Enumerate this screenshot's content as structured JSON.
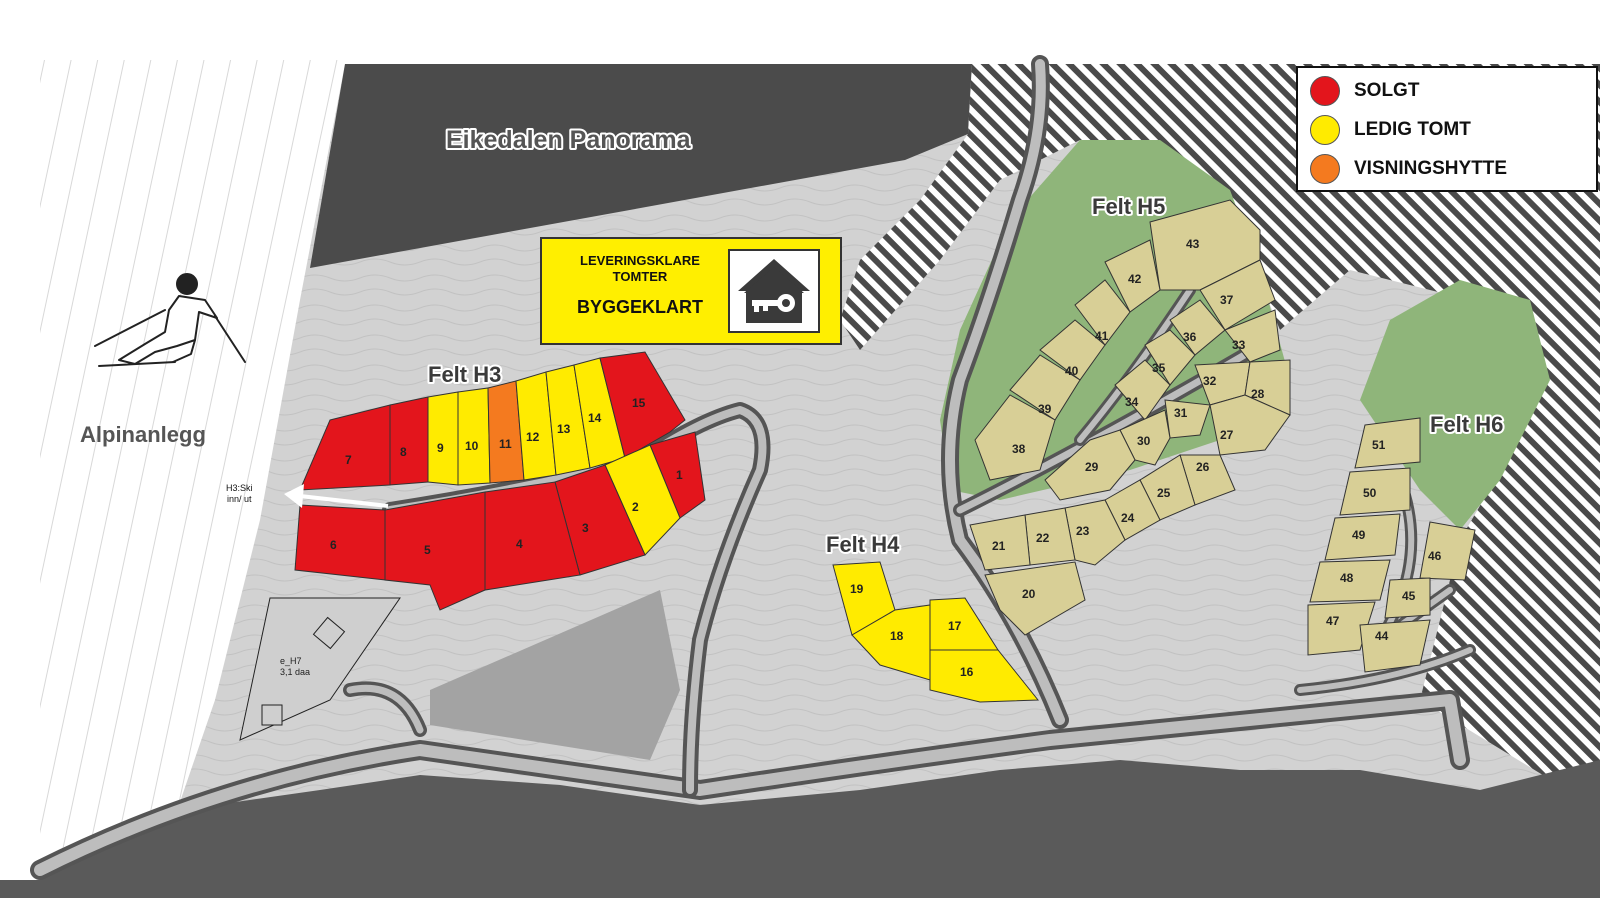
{
  "map": {
    "title": "Eikedalen Panorama",
    "alpine_label": "Alpinanlegg",
    "ski_note_line1": "H3:Ski",
    "ski_note_line2": "inn/ ut",
    "small_area_label1": "e_H7",
    "small_area_label2": "3,1 daa",
    "fields": [
      {
        "id": "H3",
        "label": "Felt H3"
      },
      {
        "id": "H4",
        "label": "Felt H4"
      },
      {
        "id": "H5",
        "label": "Felt H5"
      },
      {
        "id": "H6",
        "label": "Felt H6"
      }
    ],
    "status_colors": {
      "solgt": "#e3151c",
      "ledig": "#ffeb00",
      "visning": "#f47a1f",
      "planned": "#d8cf96"
    },
    "plots": [
      {
        "num": "1",
        "status": "solgt"
      },
      {
        "num": "2",
        "status": "ledig"
      },
      {
        "num": "3",
        "status": "solgt"
      },
      {
        "num": "4",
        "status": "solgt"
      },
      {
        "num": "5",
        "status": "solgt"
      },
      {
        "num": "6",
        "status": "solgt"
      },
      {
        "num": "7",
        "status": "solgt"
      },
      {
        "num": "8",
        "status": "solgt"
      },
      {
        "num": "9",
        "status": "ledig"
      },
      {
        "num": "10",
        "status": "ledig"
      },
      {
        "num": "11",
        "status": "visning"
      },
      {
        "num": "12",
        "status": "ledig"
      },
      {
        "num": "13",
        "status": "ledig"
      },
      {
        "num": "14",
        "status": "ledig"
      },
      {
        "num": "15",
        "status": "solgt"
      },
      {
        "num": "16",
        "status": "ledig"
      },
      {
        "num": "17",
        "status": "ledig"
      },
      {
        "num": "18",
        "status": "ledig"
      },
      {
        "num": "19",
        "status": "ledig"
      },
      {
        "num": "20",
        "status": "planned"
      },
      {
        "num": "21",
        "status": "planned"
      },
      {
        "num": "22",
        "status": "planned"
      },
      {
        "num": "23",
        "status": "planned"
      },
      {
        "num": "24",
        "status": "planned"
      },
      {
        "num": "25",
        "status": "planned"
      },
      {
        "num": "26",
        "status": "planned"
      },
      {
        "num": "27",
        "status": "planned"
      },
      {
        "num": "28",
        "status": "planned"
      },
      {
        "num": "29",
        "status": "planned"
      },
      {
        "num": "30",
        "status": "planned"
      },
      {
        "num": "31",
        "status": "planned"
      },
      {
        "num": "32",
        "status": "planned"
      },
      {
        "num": "33",
        "status": "planned"
      },
      {
        "num": "34",
        "status": "planned"
      },
      {
        "num": "35",
        "status": "planned"
      },
      {
        "num": "36",
        "status": "planned"
      },
      {
        "num": "37",
        "status": "planned"
      },
      {
        "num": "38",
        "status": "planned"
      },
      {
        "num": "39",
        "status": "planned"
      },
      {
        "num": "40",
        "status": "planned"
      },
      {
        "num": "41",
        "status": "planned"
      },
      {
        "num": "42",
        "status": "planned"
      },
      {
        "num": "43",
        "status": "planned"
      },
      {
        "num": "44",
        "status": "planned"
      },
      {
        "num": "45",
        "status": "planned"
      },
      {
        "num": "46",
        "status": "planned"
      },
      {
        "num": "47",
        "status": "planned"
      },
      {
        "num": "48",
        "status": "planned"
      },
      {
        "num": "49",
        "status": "planned"
      },
      {
        "num": "50",
        "status": "planned"
      },
      {
        "num": "51",
        "status": "planned"
      }
    ]
  },
  "legend": {
    "items": [
      {
        "label": "SOLGT",
        "color": "#e3151c"
      },
      {
        "label": "LEDIG TOMT",
        "color": "#ffeb00"
      },
      {
        "label": "VISNINGSHYTTE",
        "color": "#f47a1f"
      }
    ]
  },
  "badge": {
    "line1": "LEVERINGSKLARE",
    "line2": "TOMTER",
    "line3": "BYGGEKLART",
    "icon": "house-key-icon"
  }
}
